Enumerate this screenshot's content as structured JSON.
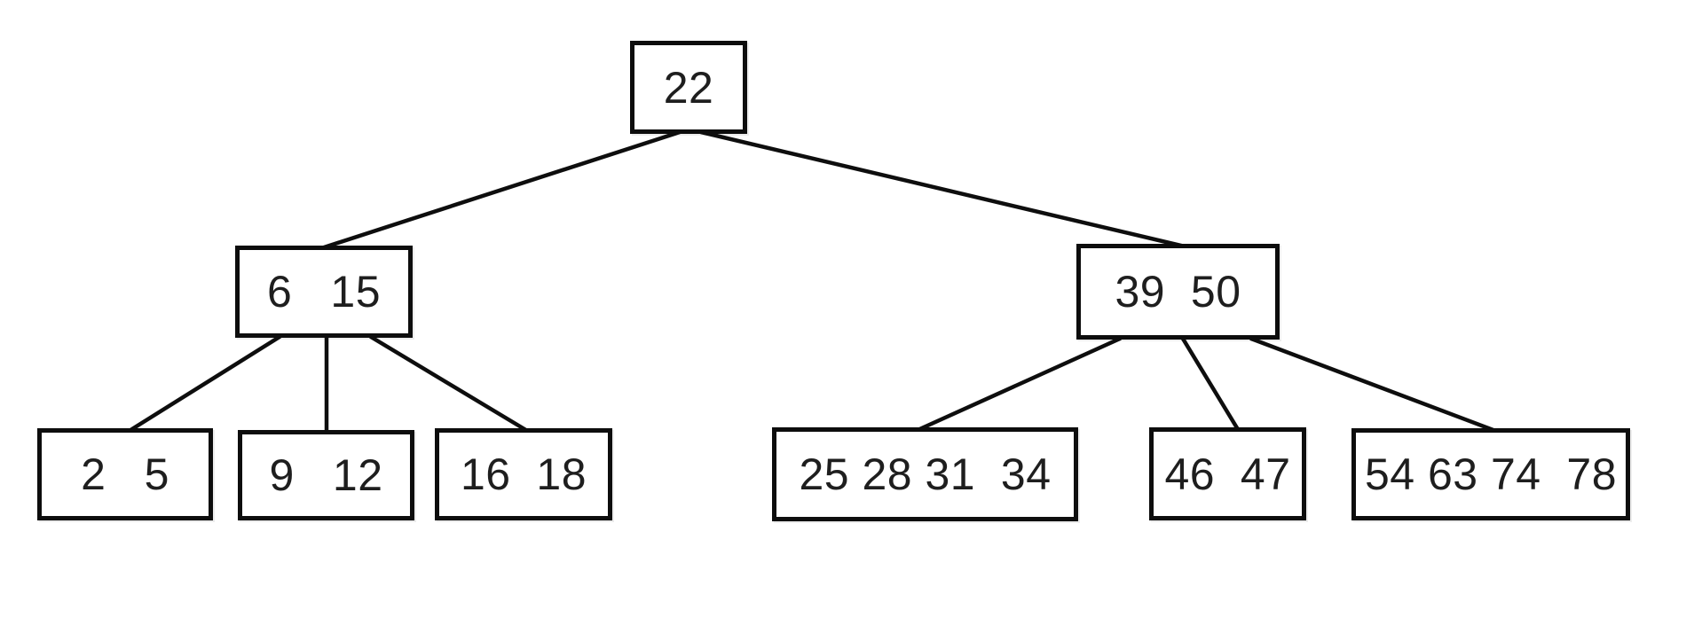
{
  "diagram": {
    "type": "b-tree",
    "order_hint": "multi-key nodes, 3 levels",
    "nodes": [
      {
        "id": "root",
        "level": 0,
        "label": "22",
        "keys": [
          22
        ]
      },
      {
        "id": "internal-left",
        "level": 1,
        "label": "6   15",
        "keys": [
          6,
          15
        ]
      },
      {
        "id": "internal-right",
        "level": 1,
        "label": "39  50",
        "keys": [
          39,
          50
        ]
      },
      {
        "id": "leaf-1",
        "level": 2,
        "label": "2   5",
        "keys": [
          2,
          5
        ]
      },
      {
        "id": "leaf-2",
        "level": 2,
        "label": "9   12",
        "keys": [
          9,
          12
        ]
      },
      {
        "id": "leaf-3",
        "level": 2,
        "label": "16  18",
        "keys": [
          16,
          18
        ]
      },
      {
        "id": "leaf-4",
        "level": 2,
        "label": "25 28 31  34",
        "keys": [
          25,
          28,
          31,
          34
        ]
      },
      {
        "id": "leaf-5",
        "level": 2,
        "label": "46  47",
        "keys": [
          46,
          47
        ]
      },
      {
        "id": "leaf-6",
        "level": 2,
        "label": "54 63 74  78",
        "keys": [
          54,
          63,
          74,
          78
        ]
      }
    ],
    "edges": [
      {
        "from": "root",
        "to": "internal-left"
      },
      {
        "from": "root",
        "to": "internal-right"
      },
      {
        "from": "internal-left",
        "to": "leaf-1"
      },
      {
        "from": "internal-left",
        "to": "leaf-2"
      },
      {
        "from": "internal-left",
        "to": "leaf-3"
      },
      {
        "from": "internal-right",
        "to": "leaf-4"
      },
      {
        "from": "internal-right",
        "to": "leaf-5"
      },
      {
        "from": "internal-right",
        "to": "leaf-6"
      }
    ],
    "colors": {
      "background": "#ffffff",
      "node_fill": "#ffffff",
      "node_border": "#0d0d0d",
      "edge_stroke": "#0e0e0e",
      "text": "#1e1e1e"
    }
  }
}
